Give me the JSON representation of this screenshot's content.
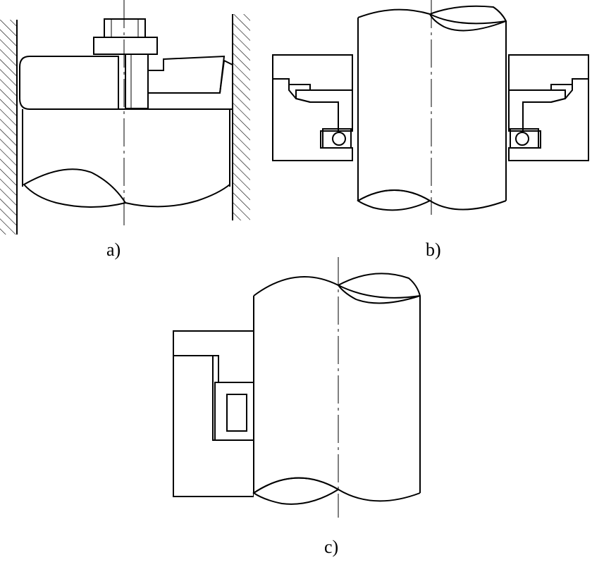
{
  "figure": {
    "labels": {
      "a": "a)",
      "b": "b)",
      "c": "c)"
    },
    "colors": {
      "line": "#000000",
      "background": "#ffffff"
    }
  }
}
